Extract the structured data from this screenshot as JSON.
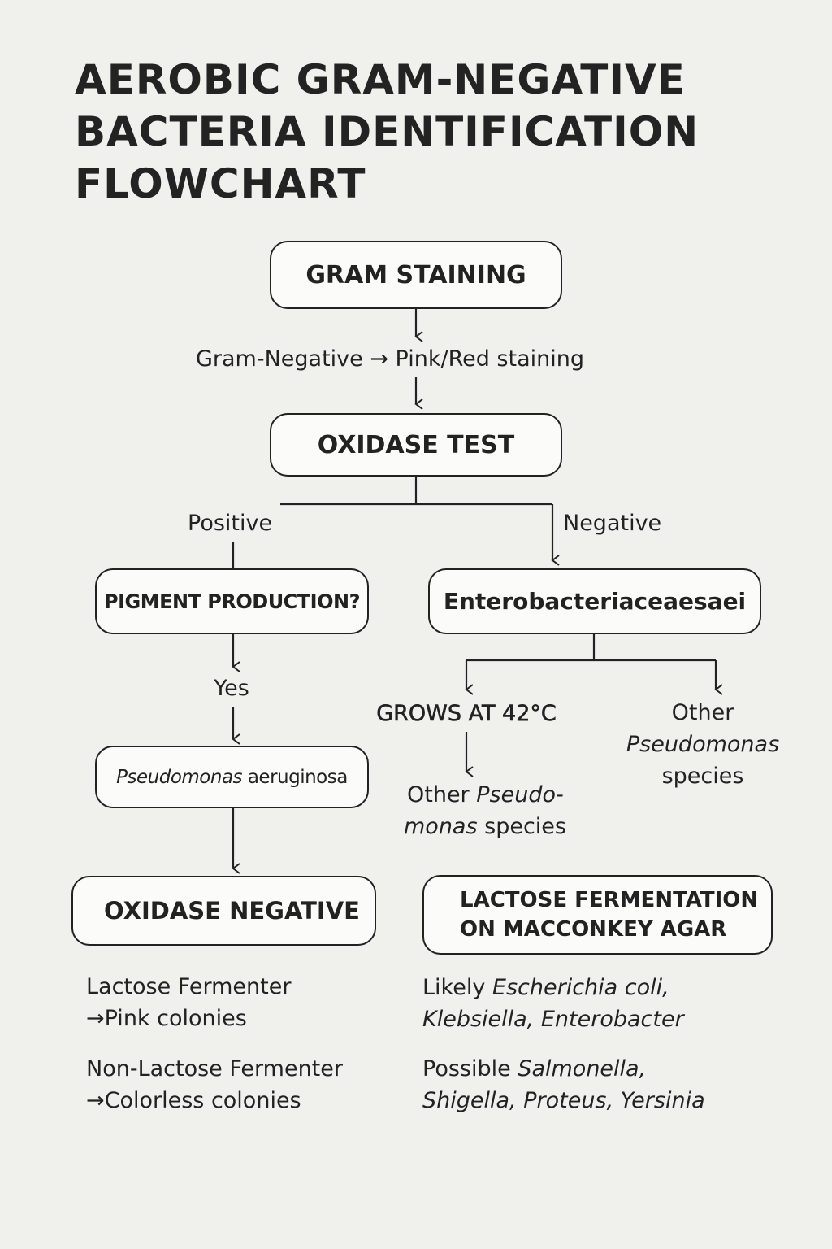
{
  "title": {
    "line1": "AEROBIC GRAM-NEGATIVE",
    "line2": "BACTERIA IDENTIFICATION",
    "line3": "FLOWCHART"
  },
  "nodes": {
    "gram_staining": "GRAM STAINING",
    "gram_result": "Gram-Negative → Pink/Red staining",
    "oxidase_test": "OXIDASE TEST",
    "pigment_production": "PIGMENT PRODUCTION?",
    "enterobacteriaceae": "Enterobacteriaceaesaei",
    "pseudomonas_aeruginosa": {
      "italic": "Pseudomonas",
      "rest": " aeruginosa"
    },
    "oxidase_negative": "OXIDASE NEGATIVE",
    "lactose_fermentation": {
      "line1": "LACTOSE FERMENTATION",
      "line2": "ON MACCONKEY AGAR"
    }
  },
  "labels": {
    "positive": "Positive",
    "negative": "Negative",
    "yes": "Yes",
    "grows_42": "GROWS AT 42°C",
    "other_pseudo_mid": {
      "line1_a": "Other ",
      "line1_b": "Pseudo-",
      "line2_a": "monas",
      "line2_b": " species"
    },
    "other_pseudo_right": {
      "line1": "Other",
      "line2": "Pseudomonas",
      "line3": "species"
    }
  },
  "results": {
    "lactose_fermenter": {
      "line1": "Lactose Fermenter",
      "line2": "→Pink colonies"
    },
    "non_lactose_fermenter": {
      "line1": "Non-Lactose Fermenter",
      "line2": "→Colorless colonies"
    },
    "likely": {
      "prefix": "Likely ",
      "line1_italic": "Escherichia coli,",
      "line2_italic": "Klebsiella, Enterobacter"
    },
    "possible": {
      "prefix": "Possible ",
      "line1_italic": "Salmonella,",
      "line2_italic": "Shigella, Proteus, Yersinia"
    }
  }
}
